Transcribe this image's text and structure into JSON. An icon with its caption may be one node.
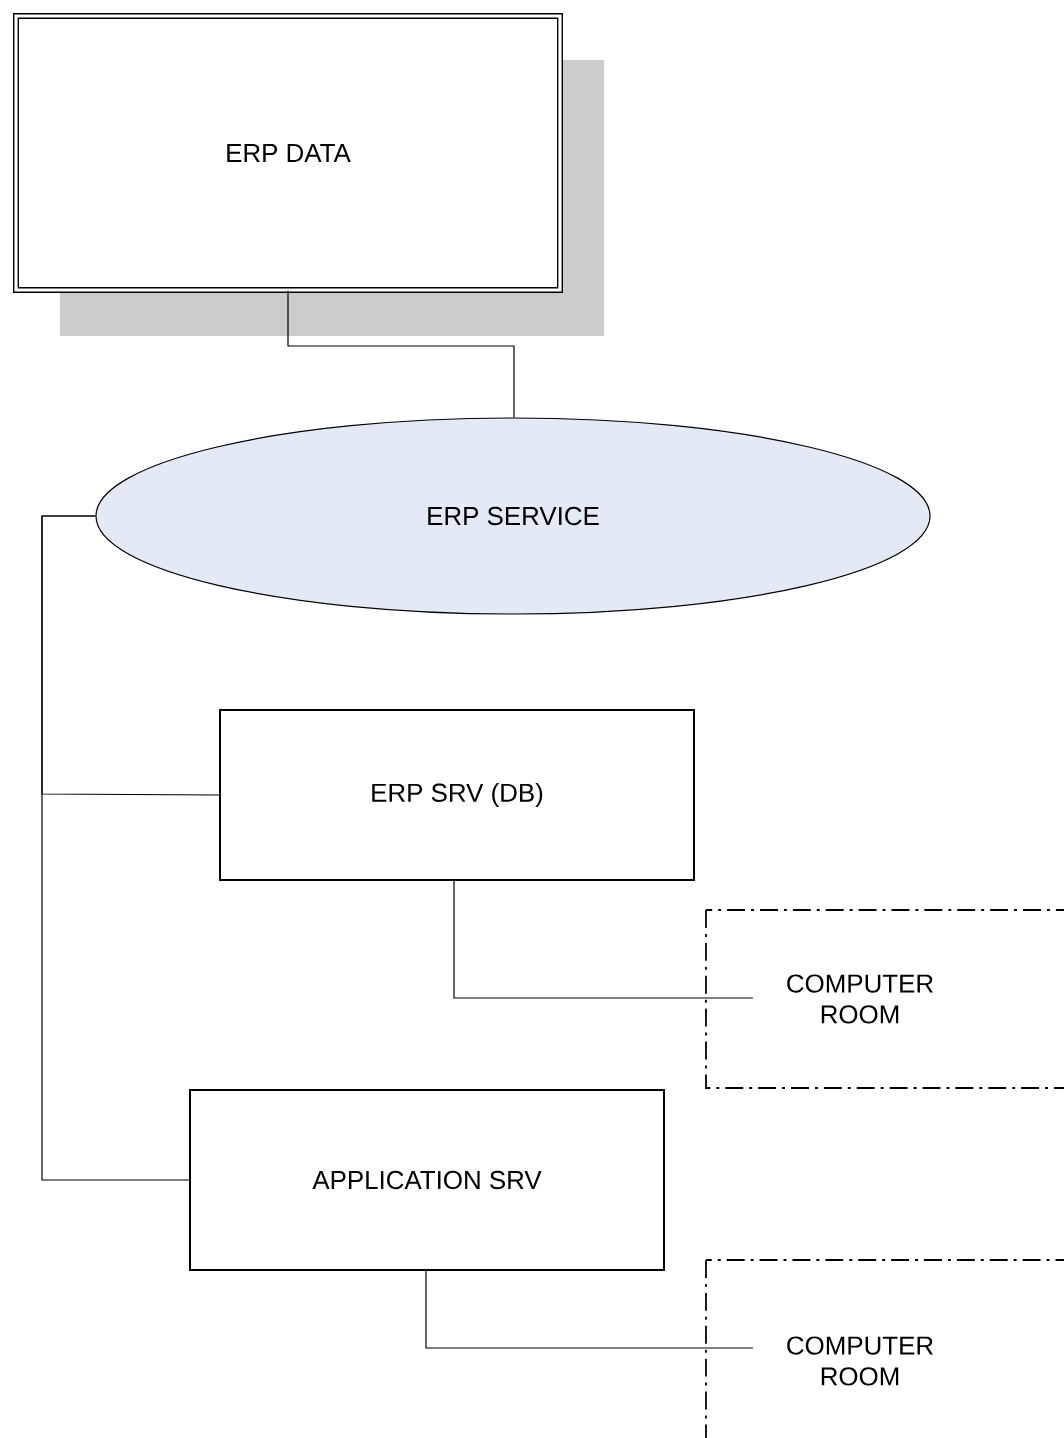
{
  "diagram": {
    "nodes": [
      {
        "text": [
          "ERP DATA"
        ]
      },
      {
        "text": [
          "ERP SERVICE"
        ]
      },
      {
        "text": [
          "ERP SRV (DB)"
        ]
      },
      {
        "text": [
          "COMPUTER ROOM"
        ]
      },
      {
        "text": [
          "APPLICATION SRV"
        ]
      },
      {
        "text": [
          "COMPUTER ROOM"
        ]
      }
    ],
    "edges": [
      {
        "from": 0,
        "to": 1,
        "arrow": "none"
      },
      {
        "from": 1,
        "to": 2,
        "arrow": "none"
      },
      {
        "from": 1,
        "to": 4,
        "arrow": "none"
      },
      {
        "from": 2,
        "to": 3,
        "arrow": "none"
      },
      {
        "from": 4,
        "to": 5,
        "arrow": "none"
      }
    ]
  }
}
